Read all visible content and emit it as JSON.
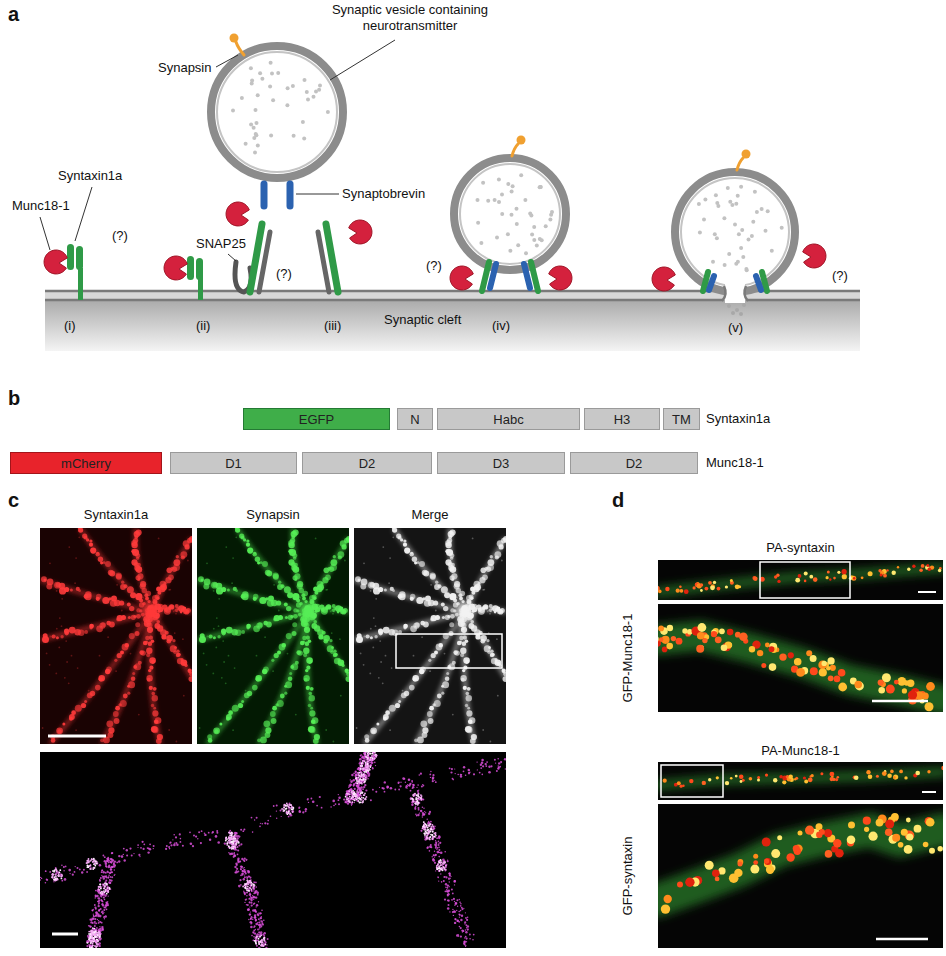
{
  "diagram": {
    "nodes": [
      {
        "text": [
          "EGFP"
        ]
      },
      {
        "text": [
          "N"
        ]
      },
      {
        "text": [
          "Habc"
        ]
      },
      {
        "text": [
          "H3"
        ]
      },
      {
        "text": [
          "TM"
        ]
      },
      {
        "text": [
          "mCherry"
        ]
      },
      {
        "text": [
          "D1"
        ]
      },
      {
        "text": [
          "D2"
        ]
      },
      {
        "text": [
          "D3"
        ]
      },
      {
        "text": [
          "D2"
        ]
      }
    ],
    "labels": [
      "a",
      "Synaptic vesicle containing neurotransmitter",
      "Synapsin",
      "Syntaxin1a",
      "Munc18-1",
      "(?)",
      "SNAP25",
      "Synaptobrevin",
      "(?)",
      "(?)",
      "(?)",
      "(i)",
      "(ii)",
      "(iii)",
      "Synaptic cleft",
      "(iv)",
      "(v)",
      "b",
      "Syntaxin1a",
      "Munc18-1",
      "c",
      "Syntaxin1a",
      "Synapsin",
      "Merge",
      "d",
      "PA-syntaxin",
      "GFP-Munc18-1",
      "PA-Munc18-1",
      "GFP-syntaxin"
    ]
  }
}
